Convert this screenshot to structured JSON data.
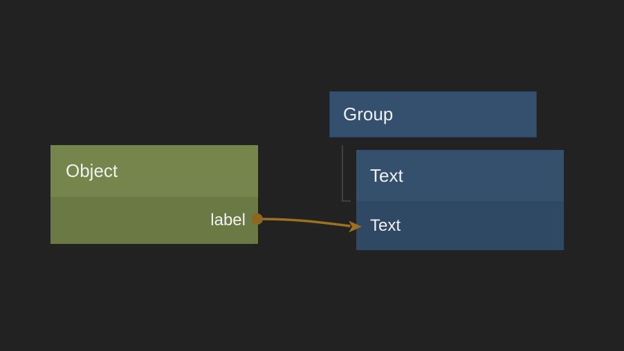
{
  "canvas": {
    "background_color": "#222222",
    "text_color": "#f1f1f1"
  },
  "nodes": {
    "object": {
      "title": "Object",
      "header_color": "#76854c",
      "body_color": "#6b7a45",
      "output": {
        "label": "label",
        "port_color": "#8d671e"
      }
    },
    "group": {
      "title": "Group",
      "color": "#35506e"
    },
    "text": {
      "title": "Text",
      "header_color": "#34506d",
      "body_color": "#2f4964",
      "row": {
        "label": "Text"
      }
    }
  },
  "edges": {
    "connection": {
      "from": "object.label",
      "to": "text.row",
      "color": "#9c7120",
      "style": "curved-arrow"
    },
    "hierarchy": {
      "from": "group",
      "to": "text",
      "color": "#404040",
      "style": "elbow"
    }
  }
}
